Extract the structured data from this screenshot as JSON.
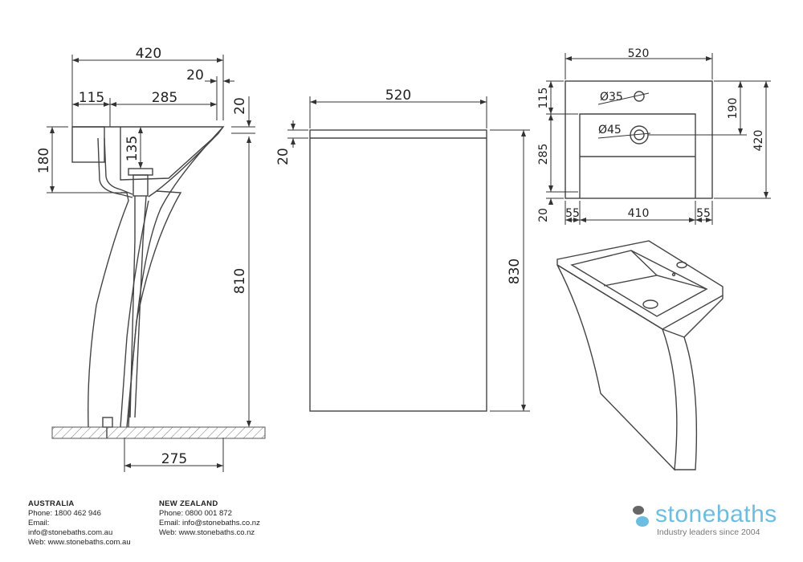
{
  "side_view": {
    "width_total": "420",
    "offset_small": "20",
    "left_part": "115",
    "right_part": "285",
    "rim_thickness": "20",
    "bowl_height": "180",
    "bowl_depth": "135",
    "pedestal_height": "810",
    "base_width": "275"
  },
  "front_view": {
    "width": "520",
    "rim_thickness": "20",
    "height": "830"
  },
  "top_view": {
    "width": "520",
    "back_margin": "115",
    "basin_depth": "285",
    "front_margin": "20",
    "side_margin_left": "55",
    "basin_width": "410",
    "side_margin_right": "55",
    "tap_hole_to_waste": "190",
    "depth_total": "420",
    "tap_hole": "Ø35",
    "waste_hole": "Ø45"
  },
  "footer": {
    "australia": {
      "heading": "AUSTRALIA",
      "phone": "Phone: 1800 462 946",
      "email_label": "Email:",
      "email": "info@stonebaths.com.au",
      "web": "Web: www.stonebaths.com.au"
    },
    "new_zealand": {
      "heading": "NEW ZEALAND",
      "phone": "Phone: 0800 001 872",
      "email": "Email: info@stonebaths.co.nz",
      "web": "Web: www.stonebaths.co.nz"
    }
  },
  "logo": {
    "name": "stonebaths",
    "tagline": "Industry leaders since 2004",
    "colors": {
      "primary": "#6dbde0",
      "secondary": "#666666"
    }
  }
}
